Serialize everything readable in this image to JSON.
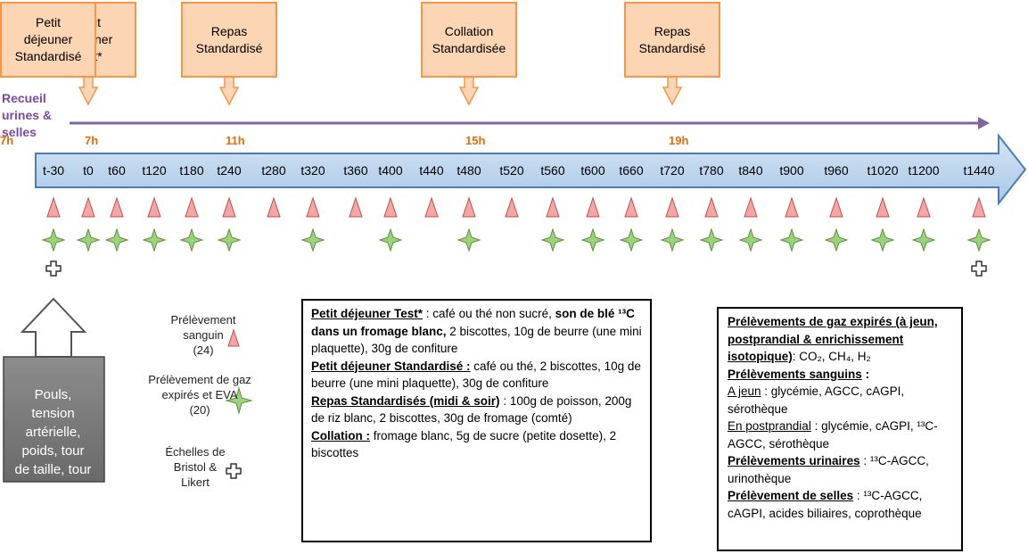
{
  "meals": [
    {
      "label": "Petit\ndéjeuner\nTest*",
      "slot": 1
    },
    {
      "label": "Repas\nStandardisé",
      "slot": 5
    },
    {
      "label": "Collation\nStandardisée",
      "slot": 11
    },
    {
      "label": "Repas\nStandardisé",
      "slot": 16
    },
    {
      "label": "Petit\ndéjeuner\nStandardisé",
      "slot": 24
    }
  ],
  "recueil_label": "Recueil\nurines &\nselles",
  "hour_marks": [
    {
      "label": "7h",
      "slot": 1
    },
    {
      "label": "11h",
      "slot": 5
    },
    {
      "label": "15h",
      "slot": 11
    },
    {
      "label": "19h",
      "slot": 16
    },
    {
      "label": "7h",
      "slot": 24
    }
  ],
  "timepoints": [
    "t-30",
    "t0",
    "t60",
    "t120",
    "t180",
    "t240",
    "t280",
    "t320",
    "t360",
    "t400",
    "t440",
    "t480",
    "t520",
    "t560",
    "t600",
    "t660",
    "t720",
    "t780",
    "t840",
    "t900",
    "t960",
    "t1020",
    "t1200",
    "t1440"
  ],
  "blood_sampling_slots": [
    0,
    1,
    2,
    3,
    4,
    5,
    6,
    7,
    8,
    9,
    10,
    11,
    12,
    13,
    14,
    15,
    16,
    17,
    18,
    19,
    20,
    21,
    22,
    23
  ],
  "gas_sampling_slots": [
    0,
    1,
    2,
    3,
    4,
    5,
    7,
    9,
    11,
    13,
    14,
    15,
    16,
    17,
    18,
    19,
    20,
    21,
    22,
    23
  ],
  "scale_slots": [
    0,
    23
  ],
  "grey_box_text": "Pouls,\ntension\nartérielle,\npoids, tour\nde taille, tour\nde hanches",
  "legend": {
    "blood": "Prélèvement\nsanguin\n(24)",
    "gas": "Prélèvement de gaz\nexpirés et EVA\n(20)",
    "scales": "Échelles de\nBristol &\nLikert"
  },
  "middle_box": {
    "test_breakfast_title": "Petit déjeuner Test*",
    "test_breakfast_text1": " : café ou thé non sucré, ",
    "test_breakfast_bold": "son de blé ¹³C dans un fromage blanc,",
    "test_breakfast_text2": " 2 biscottes, 10g de beurre (une mini plaquette), 30g de confiture",
    "std_breakfast_title": "Petit déjeuner Standardisé :",
    "std_breakfast_text": " café ou thé, 2 biscottes, 10g de beurre (une mini plaquette), 30g de confiture",
    "meals_title": "Repas Standardisés (midi & soir)",
    "meals_text": " : 100g de poisson, 200g de riz blanc, 2 biscottes, 30g de fromage (comté)",
    "snack_title": "Collation :",
    "snack_text": " fromage blanc, 5g de sucre (petite dosette), 2 biscottes"
  },
  "right_box": {
    "gas_title": "Prélèvements de gaz expirés (à jeun, postprandial & enrichissement isotopique)",
    "gas_text": ": CO₂, CH₄, H₂",
    "blood_title": "Prélèvements sanguins",
    "blood_colon": " :",
    "fasting_label": "A jeun",
    "fasting_text": " : glycémie, AGCC, cAGPI, sérothèque",
    "postprandial_label": "En postprandial",
    "postprandial_text": " : glycémie, cAGPI, ¹³C-AGCC, sérothèque",
    "urine_title": "Prélèvements urinaires",
    "urine_text": " : ¹³C-AGCC, urinothèque",
    "stool_title": "Prélèvement de selles",
    "stool_text": " : ¹³C-AGCC, cAGPI, acides biliaires, coprothèque"
  },
  "colors": {
    "meal_fill": "#fcd5b4",
    "meal_border": "#f79646",
    "hour_text": "#e46c0a",
    "recueil_arrow": "#8064a2",
    "timeline_fill": "#b9d1ea",
    "timeline_border": "#4a7ebb",
    "blood_triangle": "#f4a6a6",
    "gas_star": "#9bd37a",
    "grey_box": "#7f7f7f"
  }
}
